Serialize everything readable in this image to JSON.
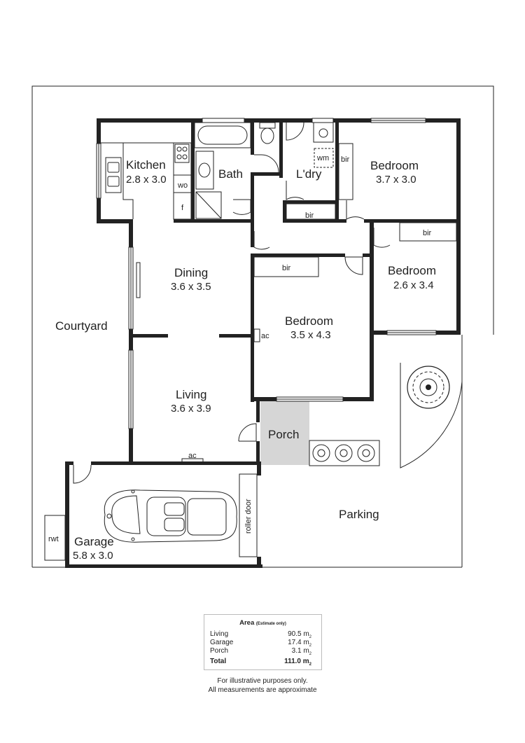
{
  "rooms": {
    "kitchen": {
      "name": "Kitchen",
      "dims": "2.8 x 3.0"
    },
    "bath": {
      "name": "Bath"
    },
    "laundry": {
      "name": "L'dry"
    },
    "bedroom1": {
      "name": "Bedroom",
      "dims": "3.7 x 3.0"
    },
    "bedroom2": {
      "name": "Bedroom",
      "dims": "2.6 x 3.4"
    },
    "bedroom3": {
      "name": "Bedroom",
      "dims": "3.5 x 4.3"
    },
    "dining": {
      "name": "Dining",
      "dims": "3.6 x 3.5"
    },
    "living": {
      "name": "Living",
      "dims": "3.6 x 3.9"
    },
    "garage": {
      "name": "Garage",
      "dims": "5.8 x 3.0"
    },
    "porch": {
      "name": "Porch"
    },
    "courtyard": {
      "name": "Courtyard"
    },
    "parking": {
      "name": "Parking"
    }
  },
  "fixtures": {
    "wo": "wo",
    "f": "f",
    "wm": "wm",
    "bir": "bir",
    "ac": "ac",
    "rwt": "rwt",
    "roller_door": "roller door"
  },
  "area_table": {
    "title": "Area",
    "subtitle": "(Estimate only)",
    "rows": [
      {
        "label": "Living",
        "value": "90.5 m",
        "unit": "2"
      },
      {
        "label": "Garage",
        "value": "17.4 m",
        "unit": "2"
      },
      {
        "label": "Porch",
        "value": "3.1 m",
        "unit": "2"
      }
    ],
    "total": {
      "label": "Total",
      "value": "111.0 m",
      "unit": "2"
    }
  },
  "disclaimer": {
    "line1": "For illustrative purposes only.",
    "line2": "All measurements are approximate"
  }
}
